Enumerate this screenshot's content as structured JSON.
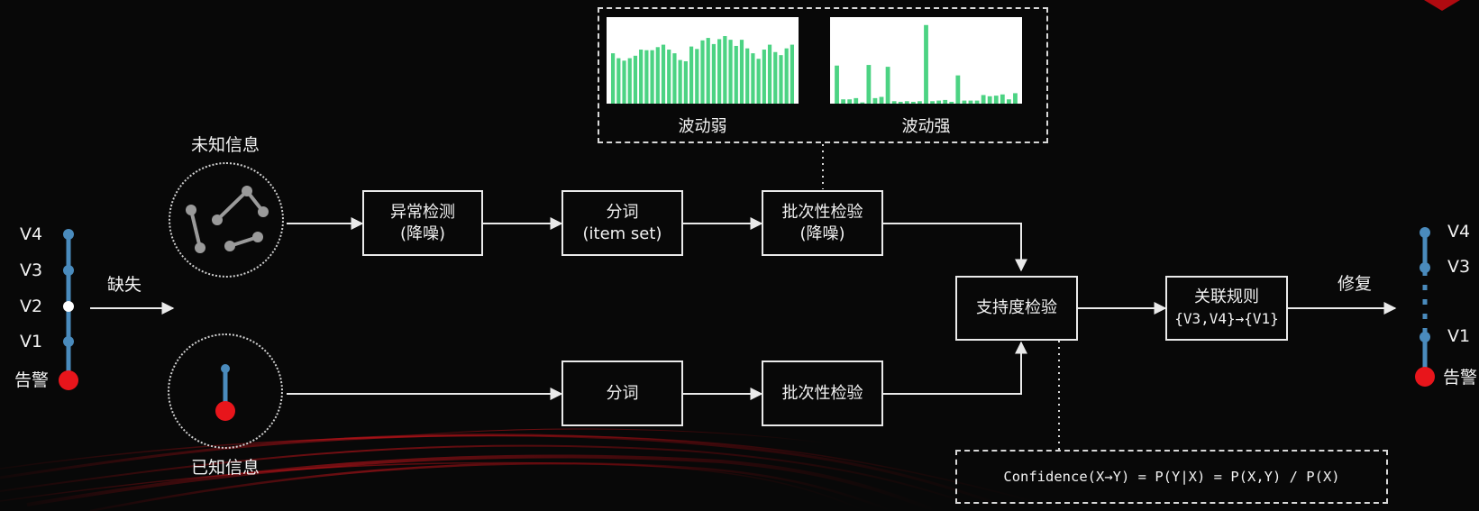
{
  "unknown_info_label": "未知信息",
  "known_info_label": "已知信息",
  "missing_label": "缺失",
  "repair_label": "修复",
  "left_timeline": {
    "items": [
      "V4",
      "V3",
      "V2",
      "V1"
    ],
    "alarm_label": "告警"
  },
  "right_timeline": {
    "items": [
      "V4",
      "V3",
      "V1"
    ],
    "alarm_label": "告警"
  },
  "boxes": {
    "anomaly": {
      "line1": "异常检测",
      "line2": "(降噪)"
    },
    "tokenize_top": {
      "line1": "分词",
      "line2": "(item set)"
    },
    "batch_top": {
      "line1": "批次性检验",
      "line2": "(降噪)"
    },
    "tokenize_bottom": {
      "line1": "分词"
    },
    "batch_bottom": {
      "line1": "批次性检验"
    },
    "support": {
      "line1": "支持度检验"
    },
    "rule": {
      "line1": "关联规则",
      "line2": "{V3,V4}→{V1}"
    }
  },
  "formula": "Confidence(X→Y) = P(Y|X) = P(X,Y) / P(X)",
  "fluctuation_panels": [
    {
      "caption": "波动弱",
      "values": [
        82,
        74,
        70,
        74,
        78,
        88,
        87,
        87,
        92,
        96,
        88,
        82,
        71,
        69,
        93,
        89,
        103,
        107,
        97,
        105,
        110,
        104,
        94,
        104,
        90,
        82,
        73,
        88,
        96,
        84,
        79,
        90,
        96
      ]
    },
    {
      "caption": "波动强",
      "values": [
        62,
        7,
        7,
        9,
        2,
        63,
        9,
        11,
        60,
        4,
        3,
        4,
        3,
        4,
        128,
        4,
        5,
        6,
        3,
        46,
        5,
        5,
        5,
        14,
        12,
        13,
        15,
        7,
        17
      ]
    }
  ],
  "colors": {
    "node_blue": "#4a8bbd",
    "alarm_red": "#e8151b",
    "bar_green": "#4cd383",
    "line": "#eaeaea",
    "background": "#080808"
  }
}
